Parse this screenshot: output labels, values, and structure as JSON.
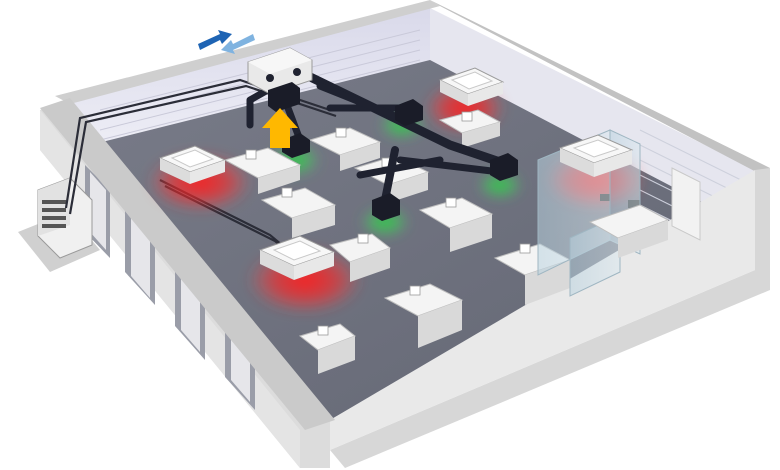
{
  "scene": {
    "kind": "isometric office HVAC cutaway",
    "colors": {
      "outer_wall": "#d9d9d9",
      "wall_top": "#c7c7c7",
      "wall_inner": "#e8e8ee",
      "floor": "#6f7280",
      "duct": "#1f2230",
      "cassette": "#f2f2f2",
      "heat_glow": "#ff2020",
      "cool_glow": "#22d040",
      "airflow_arrow": "#ffb800",
      "exchange_arrow_a": "#1e64b4",
      "exchange_arrow_b": "#7fb3e0",
      "glass": "#c9dbe6",
      "desk": "#f4f4f4"
    },
    "elements": {
      "outdoor_unit": "outdoor-condenser-icon",
      "ventilation_unit": "heat-recovery-unit-icon",
      "ceiling_cassettes": 4,
      "supply_diffusers": 4,
      "desks": 10
    }
  }
}
